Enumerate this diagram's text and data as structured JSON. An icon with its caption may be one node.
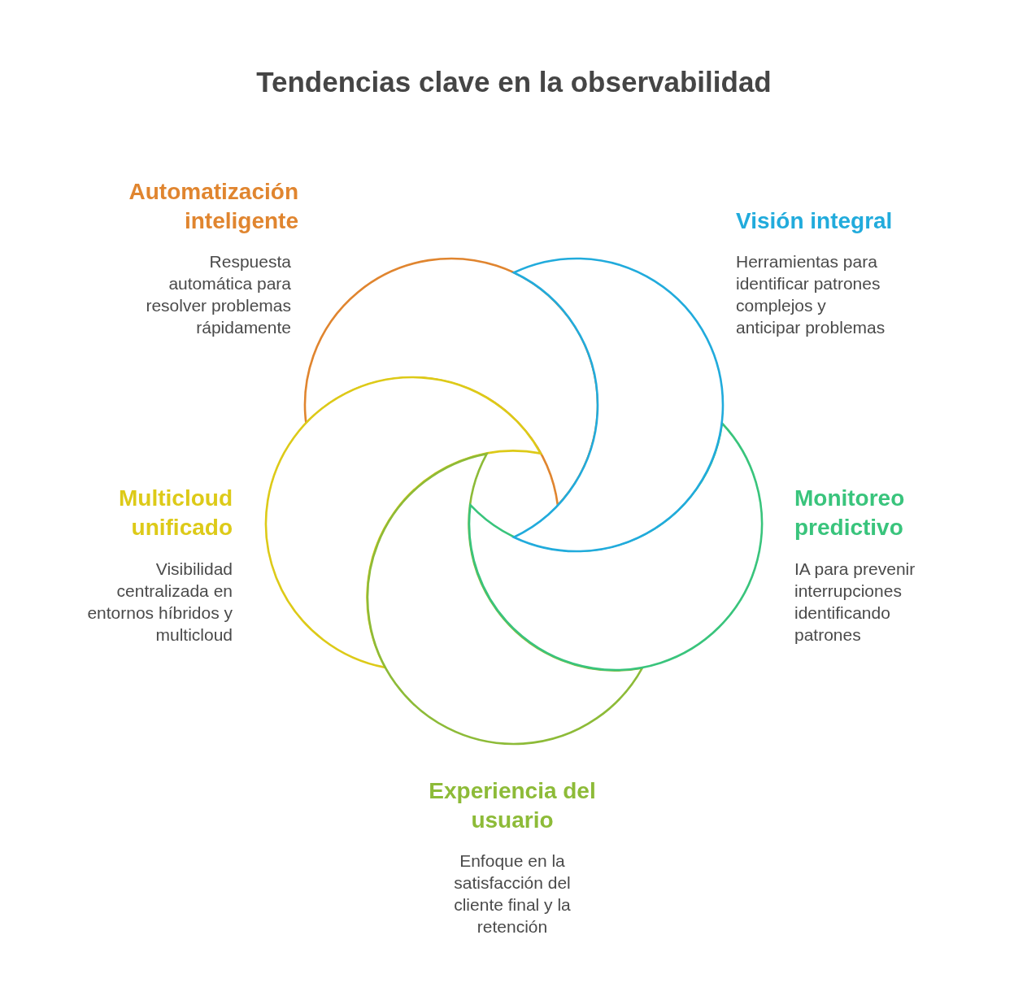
{
  "diagram": {
    "title": "Tendencias clave en la observabilidad",
    "nodes": [
      {
        "text": [
          "Automatización inteligente",
          "Respuesta automática para resolver problemas rápidamente"
        ]
      },
      {
        "text": [
          "Visión integral",
          "Herramientas para identificar patrones complejos y anticipar problemas"
        ]
      },
      {
        "text": [
          "Multicloud unificado",
          "Visibilidad centralizada en entornos híbridos y multicloud"
        ]
      },
      {
        "text": [
          "Monitoreo predictivo",
          "IA para prevenir interrupciones identificando patrones"
        ]
      },
      {
        "text": [
          "Experiencia del usuario",
          "Enfoque en la satisfacción del cliente final y la retención"
        ]
      }
    ]
  }
}
